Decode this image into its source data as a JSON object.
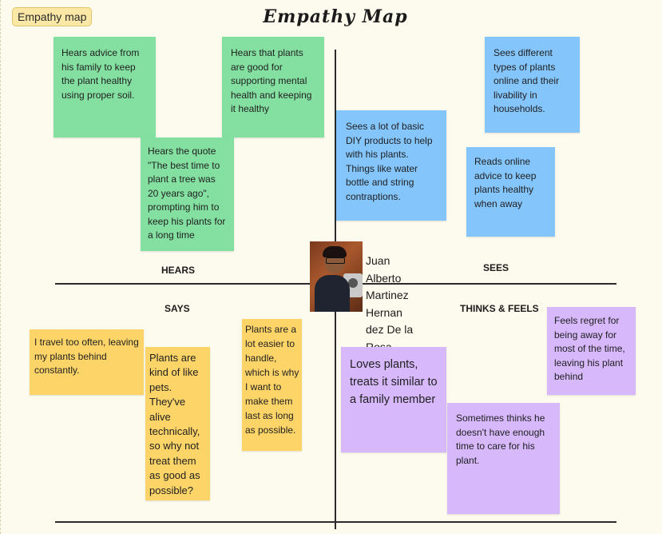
{
  "frame_tag": "Empathy map",
  "title": "Empathy Map",
  "person": {
    "name_lines": [
      "Juan",
      "Alberto",
      "Martinez",
      "Hernan",
      "dez De la",
      "Rosa"
    ]
  },
  "quadrants": {
    "hears": "HEARS",
    "sees": "SEES",
    "says": "SAYS",
    "thinks_feels": "THINKS & FEELS"
  },
  "notes": {
    "hears_1": "Hears advice from his family to keep the plant healthy using proper soil.",
    "hears_2": "Hears that plants are good for supporting mental health and keeping it healthy",
    "hears_3": "Hears the quote \"The best time to plant a tree was 20 years ago\", prompting him to keep his plants for a long time",
    "sees_1": "Sees different types of plants online and their livability in households.",
    "sees_2": "Sees a lot of basic DIY products to help with his plants. Things like water bottle and string contraptions.",
    "sees_3": "Reads online advice to keep plants healthy when away",
    "says_1": "I travel too often, leaving my plants behind constantly.",
    "says_2": "Plants are kind of like pets. They've alive technically, so why not treat them as good as possible?",
    "says_3": "Plants are a lot easier to handle, which is why I want to make them last as long as possible.",
    "thinks_1": "Loves plants, treats it similar to a family member",
    "thinks_2": "Sometimes thinks he doesn't have enough time to care for his plant.",
    "thinks_3": "Feels regret for being away for most of the time, leaving his plant behind"
  },
  "colors": {
    "background": "#fdfbee",
    "hears_note": "#84e0a1",
    "sees_note": "#84c5fc",
    "says_note": "#fdd468",
    "thinks_note": "#d6b8fb",
    "axis_line": "#2b2b2b"
  }
}
